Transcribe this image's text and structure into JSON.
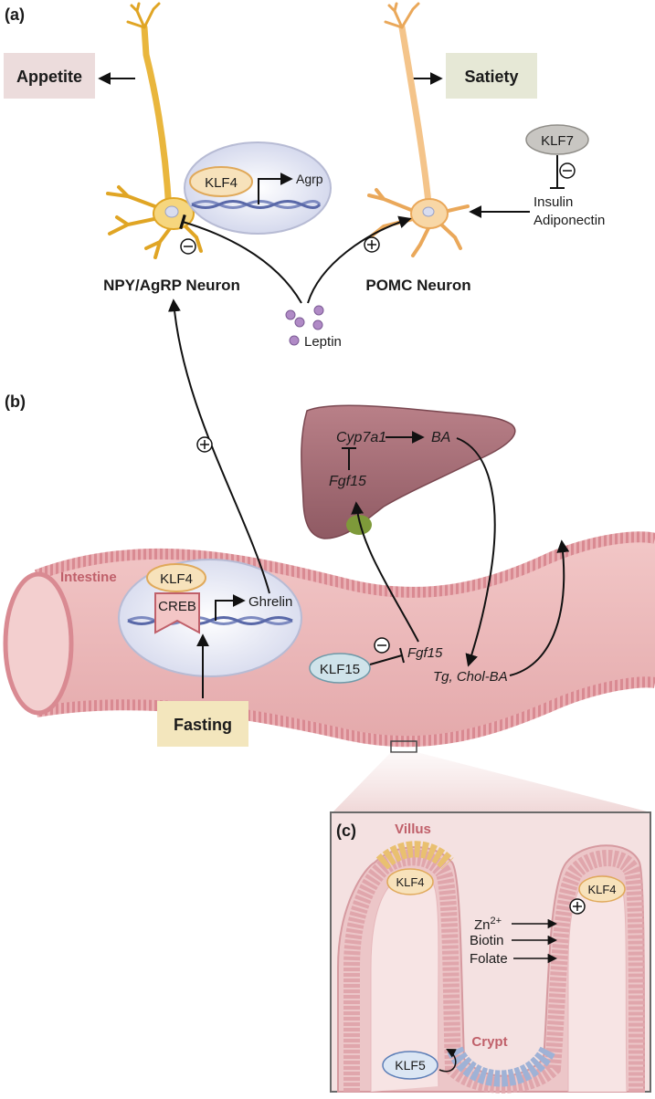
{
  "panels": {
    "a": "(a)",
    "b": "(b)",
    "c": "(c)"
  },
  "panel_a": {
    "appetite": "Appetite",
    "satiety": "Satiety",
    "klf4": "KLF4",
    "agrp": "Agrp",
    "klf7": "KLF7",
    "insulin": "Insulin",
    "adiponectin": "Adiponectin",
    "npy_neuron": "NPY/AgRP Neuron",
    "pomc_neuron": "POMC Neuron",
    "leptin": "Leptin"
  },
  "panel_b": {
    "cyp7a1": "Cyp7a1",
    "ba": "BA",
    "fgf15_liver": "Fgf15",
    "intestine": "Intestine",
    "klf4": "KLF4",
    "creb": "CREB",
    "ghrelin": "Ghrelin",
    "klf15": "KLF15",
    "fgf15_intestine": "Fgf15",
    "tg_chol": "Tg, Chol-BA",
    "fasting": "Fasting"
  },
  "panel_c": {
    "villus": "Villus",
    "crypt": "Crypt",
    "klf4_left": "KLF4",
    "klf4_right": "KLF4",
    "zn": "Zn",
    "zn_sup": "2+",
    "biotin": "Biotin",
    "folate": "Folate",
    "klf5": "KLF5"
  },
  "colors": {
    "appetite_box": "#ecdcdc",
    "satiety_box": "#e6e8d6",
    "fasting_box": "#f3e6bd",
    "klf4_fill": "#f7e2bb",
    "klf4_stroke": "#e0a95a",
    "klf7_fill": "#c8c6c2",
    "klf15_fill": "#cfe3ea",
    "klf5_fill": "#dbe6f4",
    "neuron": "#f2c45a",
    "pomc_neuron": "#f5c98a",
    "intestine": "#e9b4b4",
    "liver": "#a56d75",
    "leptin": "#b08ac6"
  }
}
